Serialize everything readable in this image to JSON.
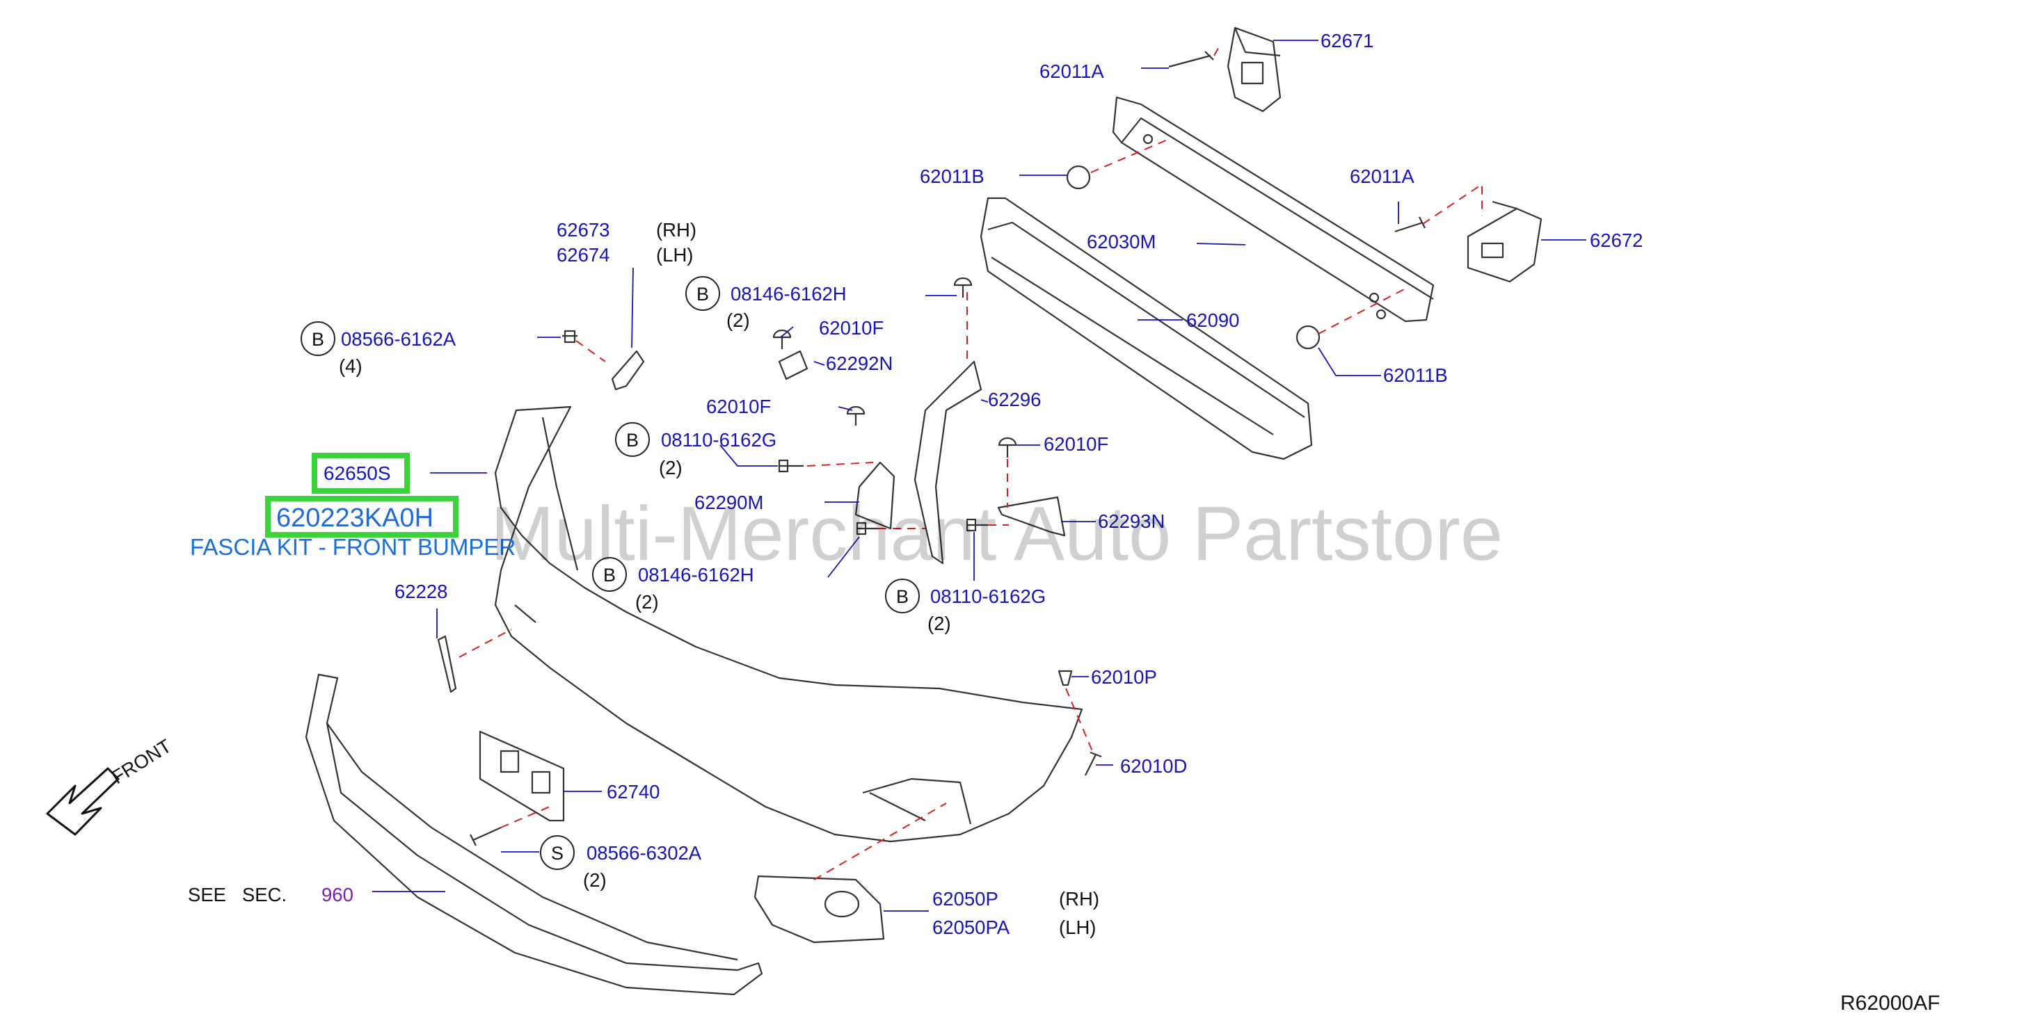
{
  "labels": {
    "p62671": "62671",
    "p62011A_top": "62011A",
    "p62011B_top": "62011B",
    "p62011A_right": "62011A",
    "p62030M": "62030M",
    "p62672": "62672",
    "p62090": "62090",
    "p62011B_bottom": "62011B",
    "p62673": "62673",
    "p62674": "62674",
    "rh_62673": "(RH)",
    "lh_62674": "(LH)",
    "p08146_top": "08146-6162H",
    "qty_08146_top": "(2)",
    "p62010F_a": "62010F",
    "p62292N": "62292N",
    "p08566_6162A": "08566-6162A",
    "qty_08566_6162A": "(4)",
    "p62010F_b": "62010F",
    "p62296": "62296",
    "p08110_left": "08110-6162G",
    "qty_08110_left": "(2)",
    "p62010F_c": "62010F",
    "p62650S": "62650S",
    "p620223KA0H": "620223KA0H",
    "fascia_caption": "FASCIA KIT - FRONT BUMPER",
    "p62290M": "62290M",
    "p62293N": "62293N",
    "p08146_bottom": "08146-6162H",
    "qty_08146_bottom": "(2)",
    "p08110_right": "08110-6162G",
    "qty_08110_right": "(2)",
    "p62228": "62228",
    "p62010P": "62010P",
    "p62010D": "62010D",
    "front": "FRONT",
    "p62740": "62740",
    "p08566_6302A": "08566-6302A",
    "qty_08566_6302A": "(2)",
    "see_sec": "SEE   SEC.",
    "sec_960": "960",
    "p62050P": "62050P",
    "rh_62050P": "(RH)",
    "p62050PA": "62050PA",
    "lh_62050PA": "(LH)",
    "diagram_code": "R62000AF"
  },
  "circles": {
    "b_08146_top": "B",
    "b_08566": "B",
    "b_08110_left": "B",
    "b_08146_bottom": "B",
    "b_08110_right": "B",
    "s_08566_6302A": "S"
  },
  "watermark": "Multi-Merchant Auto Partstore",
  "colors": {
    "label": "#1515b8",
    "callout_dash": "#d92020",
    "highlight_box": "#39d33a",
    "caption": "#1a6fd8",
    "section_ref": "#7b1fb0"
  }
}
